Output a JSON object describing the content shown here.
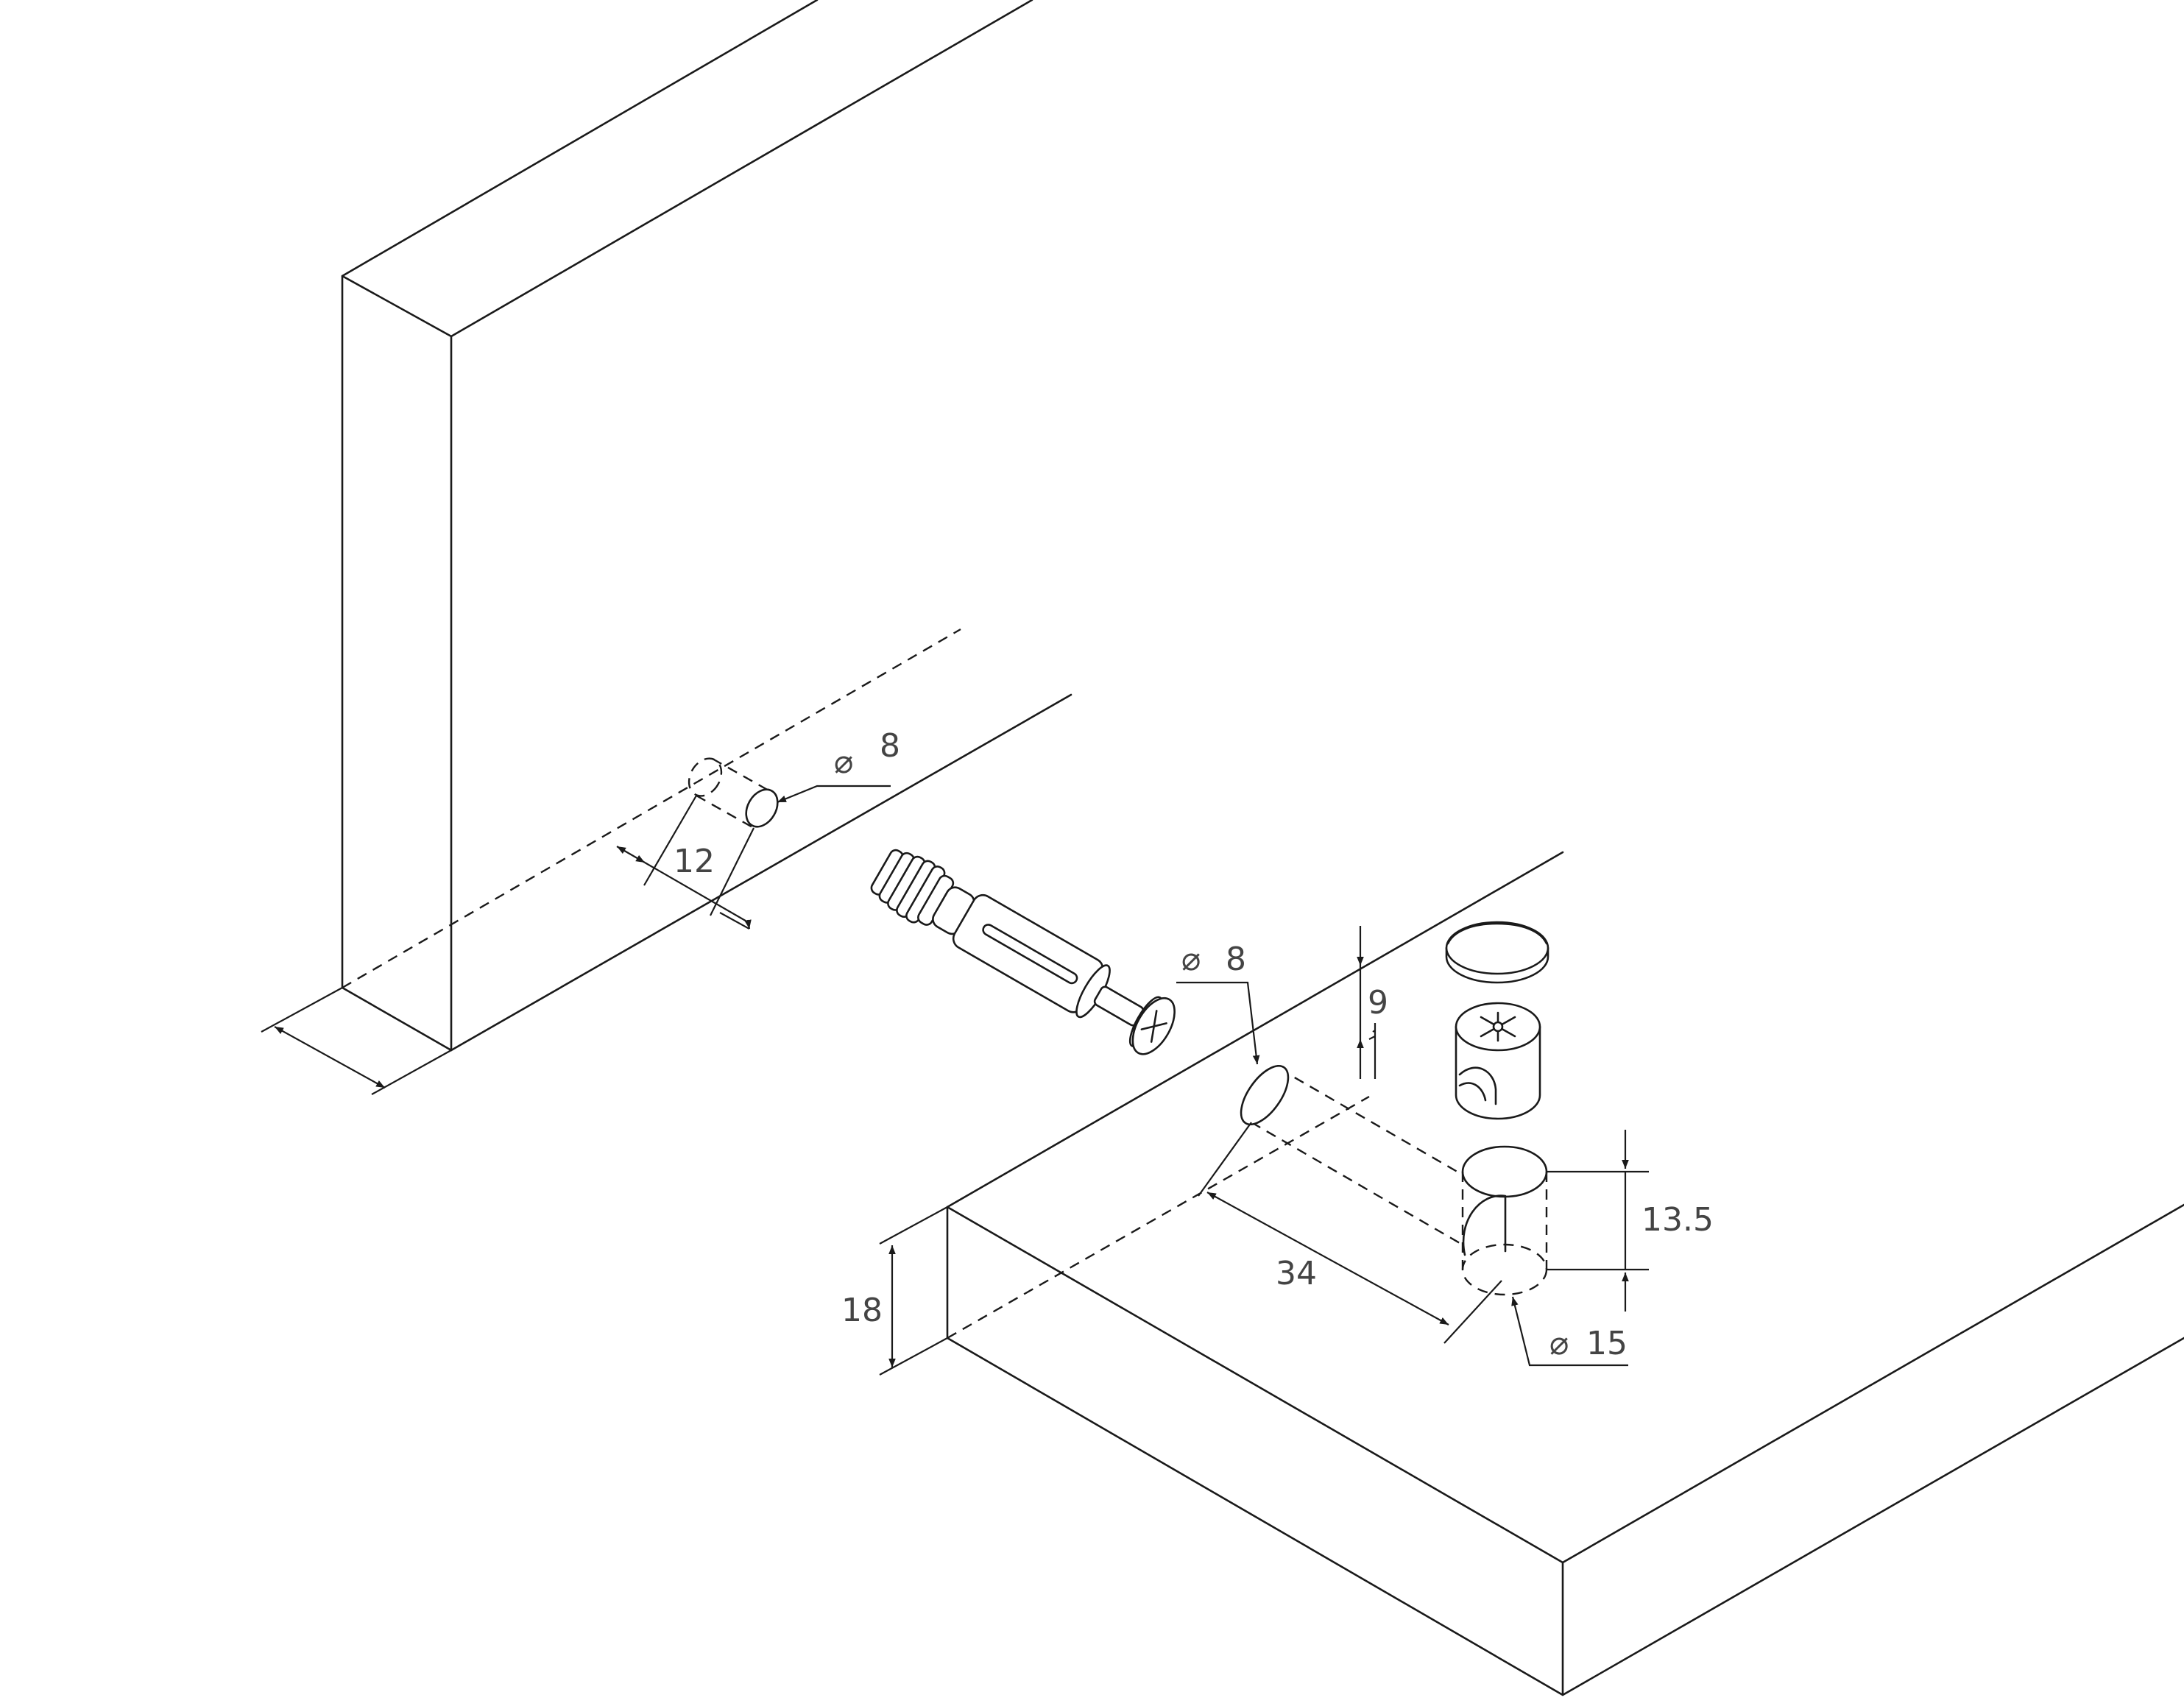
{
  "dimensions": {
    "dowel_hole_diameter": "8",
    "dowel_hole_depth": "12",
    "bolt_hole_diameter": "8",
    "bolt_hole_offset": "9",
    "cam_distance": "34",
    "cam_depth": "13.5",
    "cam_diameter": "15",
    "panel_thickness": "18"
  },
  "symbols": {
    "diameter": "⌀"
  },
  "colors": {
    "line": "#1a1a1a",
    "text": "#444444",
    "background": "#ffffff"
  },
  "icons": [
    "cam-lock-housing-icon",
    "connecting-bolt-icon",
    "cover-cap-icon",
    "phillips-drive-icon"
  ]
}
